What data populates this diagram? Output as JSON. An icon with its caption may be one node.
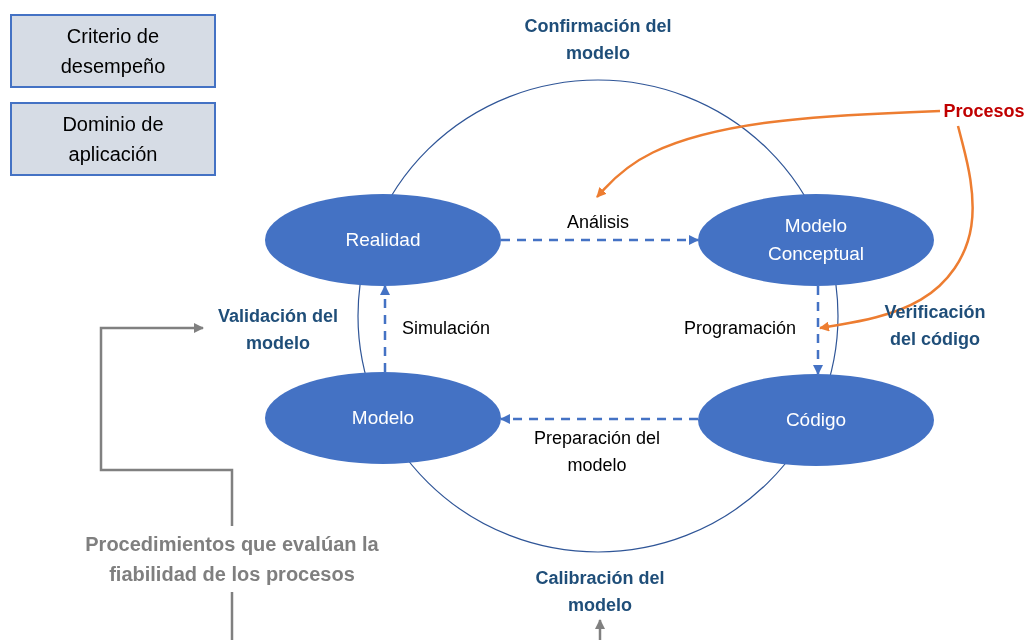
{
  "diagram": {
    "nodes": [
      {
        "text": [
          "Criterio de desempeño"
        ]
      },
      {
        "text": [
          "Dominio de aplicación"
        ]
      },
      {
        "text": [
          "Confirmación del modelo"
        ]
      },
      {
        "text": [
          "Procesos"
        ]
      },
      {
        "text": [
          "Realidad"
        ]
      },
      {
        "text": [
          "Modelo Conceptual"
        ]
      },
      {
        "text": [
          "Validación del modelo"
        ]
      },
      {
        "text": [
          "Verificación del código"
        ]
      },
      {
        "text": [
          "Modelo"
        ]
      },
      {
        "text": [
          "Código"
        ]
      },
      {
        "text": [
          "Procedimientos que evalúan la fiabilidad de los procesos"
        ]
      },
      {
        "text": [
          "Calibración del modelo"
        ]
      }
    ],
    "edges": [
      {
        "from": 4,
        "to": 5,
        "arrow": "to",
        "label": "Análisis",
        "style": "dashed"
      },
      {
        "from": 5,
        "to": 9,
        "arrow": "to",
        "label": "Programación",
        "style": "dashed"
      },
      {
        "from": 9,
        "to": 8,
        "arrow": "to",
        "label": "Preparación del modelo",
        "style": "dashed"
      },
      {
        "from": 8,
        "to": 4,
        "arrow": "to",
        "label": "Simulación",
        "style": "dashed"
      },
      {
        "from": 3,
        "to": null,
        "arrow": "to",
        "color": "#ed7d31"
      },
      {
        "from": 3,
        "to": null,
        "arrow": "to",
        "color": "#ed7d31"
      },
      {
        "from": 10,
        "to": 6,
        "arrow": "to",
        "color": "#808080"
      },
      {
        "from": 10,
        "to": null,
        "arrow": "none",
        "color": "#808080"
      },
      {
        "from": null,
        "to": 11,
        "arrow": "to",
        "color": "#808080"
      }
    ]
  }
}
